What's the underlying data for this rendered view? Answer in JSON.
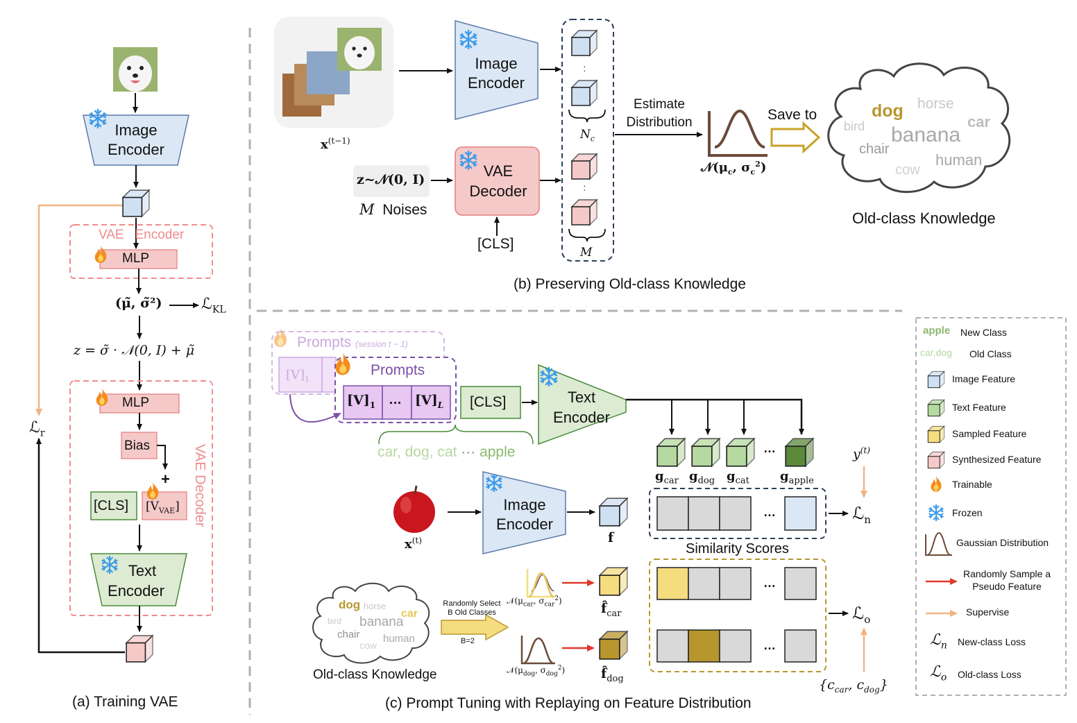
{
  "panel_a": {
    "caption": "(a) Training VAE",
    "image_encoder": [
      "Image",
      "Encoder"
    ],
    "vae_encoder_label": [
      "VAE",
      "Encoder"
    ],
    "mlp_top": "MLP",
    "mu_sigma": "(μ̃, σ̃²)",
    "loss_kl": "ℒ",
    "loss_kl_sub": "KL",
    "z_eq": "z = σ̃ · 𝒩(0, I) + μ̃",
    "mlp_bottom": "MLP",
    "bias": "Bias",
    "plus": "+",
    "cls": "[CLS]",
    "v_vae": "[V",
    "v_vae_sub": "VAE",
    "v_vae_close": "]",
    "vae_decoder_label": "VAE Decoder",
    "text_encoder": [
      "Text",
      "Encoder"
    ],
    "loss_r": "ℒ",
    "loss_r_sub": "r"
  },
  "panel_b": {
    "caption": "(b) Preserving Old-class Knowledge",
    "x_prev": "x",
    "x_prev_sup": "(t−1)",
    "image_encoder": [
      "Image",
      "Encoder"
    ],
    "z_noise": "z~𝒩(0, I)",
    "noises_m": "M",
    "noises_label": "Noises",
    "vae_decoder": [
      "VAE",
      "Decoder"
    ],
    "cls": "[CLS]",
    "n_c": "N",
    "n_c_sub": "c",
    "m_brace": "M",
    "estimate": [
      "Estimate",
      "Distribution"
    ],
    "gauss_label": "𝒩(μ",
    "gauss_label_mid": "c",
    "gauss_label_end": ", σ",
    "gauss_label_sub": "c",
    "gauss_label_close": ")",
    "save_to": "Save to",
    "knowledge_title": "Old-class Knowledge",
    "words": [
      {
        "text": "dog",
        "color": "#b8962e"
      },
      {
        "text": "horse",
        "color": "#c8c8c8"
      },
      {
        "text": "bird",
        "color": "#c8c8c8"
      },
      {
        "text": "car",
        "color": "#bdbdbd"
      },
      {
        "text": "banana",
        "color": "#a8a8a8"
      },
      {
        "text": "chair",
        "color": "#9a9a9a"
      },
      {
        "text": "human",
        "color": "#a8a8a8"
      },
      {
        "text": "cow",
        "color": "#d0d0d0"
      }
    ]
  },
  "panel_c": {
    "caption": "(c) Prompt Tuning with Replaying on Feature Distribution",
    "prompts_prev": "Prompts",
    "prompts_prev_session": "(session t − 1)",
    "prompts": "Prompts",
    "v1_prev": "[V]",
    "v1_prev_sub": "1",
    "v1": "[V]",
    "v1_sub": "1",
    "dots": "…",
    "vl": "[V]",
    "vl_sub": "L",
    "cls": "[CLS]",
    "text_encoder": [
      "Text",
      "Encoder"
    ],
    "class_names_old": "car, dog, cat",
    "class_names_dots": "···",
    "class_names_new": "apple",
    "g_labels": [
      {
        "main": "g",
        "sub": "car"
      },
      {
        "main": "g",
        "sub": "dog"
      },
      {
        "main": "g",
        "sub": "cat"
      },
      {
        "main": "…",
        "sub": ""
      },
      {
        "main": "g",
        "sub": "apple"
      }
    ],
    "y_t": "y",
    "y_t_sup": "(t)",
    "image_encoder": [
      "Image",
      "Encoder"
    ],
    "x_t": "x",
    "x_t_sup": "(t)",
    "f": "f",
    "similarity": "Similarity Scores",
    "loss_n": "ℒ",
    "loss_n_sub": "n",
    "loss_o": "ℒ",
    "loss_o_sub": "o",
    "randomly_select": [
      "Randomly Select",
      "B Old Classes"
    ],
    "b_eq": "B=2",
    "gauss_car": "𝒩(μ",
    "gauss_car_sub": "car",
    "gauss_car_end": ", σ",
    "gauss_car_sub2": "car",
    "gauss_dog": "𝒩(μ",
    "gauss_dog_sub": "dog",
    "gauss_dog_end": ", σ",
    "gauss_dog_sub2": "dog",
    "f_car": "f̂",
    "f_car_sub": "car",
    "f_dog": "f̂",
    "f_dog_sub": "dog",
    "c_set": "{c",
    "c_set_sub1": "car",
    "c_set_mid": ", c",
    "c_set_sub2": "dog",
    "c_set_close": "}",
    "knowledge_title": "Old-class Knowledge",
    "small_words": [
      {
        "text": "dog",
        "color": "#b8962e"
      },
      {
        "text": "horse",
        "color": "#c8c8c8"
      },
      {
        "text": "bird",
        "color": "#c8c8c8"
      },
      {
        "text": "car",
        "color": "#e6c95a"
      },
      {
        "text": "banana",
        "color": "#a8a8a8"
      },
      {
        "text": "chair",
        "color": "#8f8f8f"
      },
      {
        "text": "human",
        "color": "#a8a8a8"
      },
      {
        "text": "cow",
        "color": "#d0d0d0"
      }
    ]
  },
  "legend": {
    "items": [
      {
        "key": "apple",
        "label": "New Class"
      },
      {
        "key": "car,dog",
        "label": "Old Class"
      },
      {
        "key": "cube-blue",
        "label": "Image Feature"
      },
      {
        "key": "cube-green",
        "label": "Text Feature"
      },
      {
        "key": "cube-gold",
        "label": "Sampled Feature"
      },
      {
        "key": "cube-pink",
        "label": "Synthesized Feature"
      },
      {
        "key": "flame-icon",
        "label": "Trainable"
      },
      {
        "key": "snowflake-icon",
        "label": "Frozen"
      },
      {
        "key": "gaussian-icon",
        "label": "Gaussian Distribution"
      },
      {
        "key": "red-arrow",
        "label": [
          "Randomly Sample a",
          "Pseudo Feature"
        ]
      },
      {
        "key": "orange-arrow",
        "label": "Supervise"
      },
      {
        "key": "loss-n",
        "label": "New-class Loss"
      },
      {
        "key": "loss-o",
        "label": "Old-class Loss"
      }
    ],
    "apple_key": "apple",
    "old_key": "car,dog",
    "loss_n_sym": "ℒ",
    "loss_n_sub": "n",
    "loss_o_sym": "ℒ",
    "loss_o_sub": "o"
  },
  "colors": {
    "image_encoder": "#dbe7f4",
    "text_encoder": "#dcebd2",
    "vae": "#f6c9c9",
    "prompt": "#e8c7f3",
    "gold": "#f5dc7e",
    "dark_gold": "#b8962e",
    "orange": "#f0b483",
    "red": "#e0392b"
  }
}
